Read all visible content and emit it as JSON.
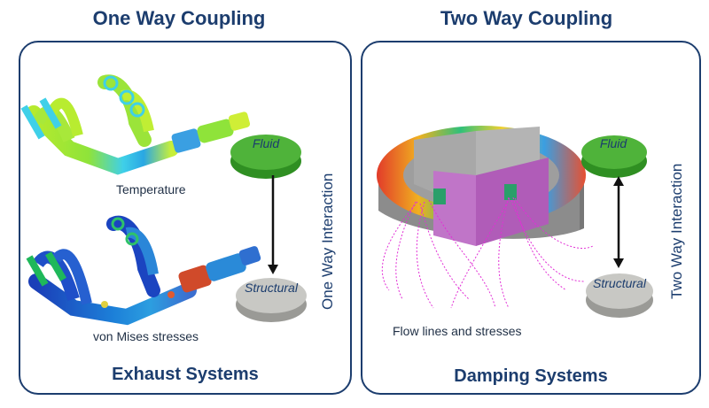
{
  "left": {
    "heading": "One Way Coupling",
    "caption_top": "Temperature",
    "caption_bottom": "von Mises stresses",
    "footer": "Exhaust Systems",
    "fluid_label": "Fluid",
    "structural_label": "Structural",
    "interaction_label": "One Way Interaction"
  },
  "right": {
    "heading": "Two Way Coupling",
    "caption": "Flow lines and stresses",
    "footer": "Damping Systems",
    "fluid_label": "Fluid",
    "structural_label": "Structural",
    "interaction_label": "Two Way Interaction"
  },
  "colors": {
    "accent": "#1c3d6e",
    "fluid_green": "#4fb33a",
    "structural_gray": "#c8c8c4",
    "flow_magenta": "#e22fd6"
  }
}
